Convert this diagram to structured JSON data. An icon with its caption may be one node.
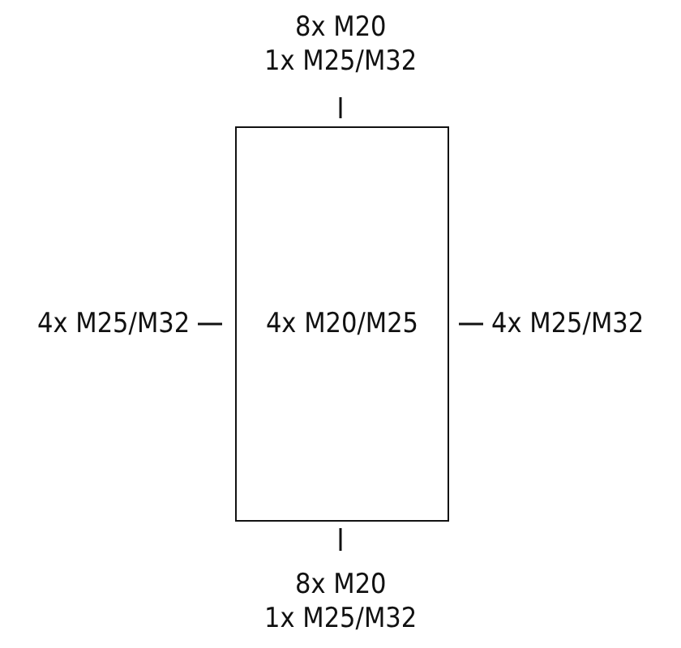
{
  "diagram": {
    "nodes": [
      {
        "text": [
          "4x M20/M25"
        ]
      }
    ],
    "labels": [
      "8x M20",
      "1x M25/M32",
      "4x M25/M32",
      "4x M25/M32",
      "8x M20",
      "1x M25/M32"
    ]
  }
}
